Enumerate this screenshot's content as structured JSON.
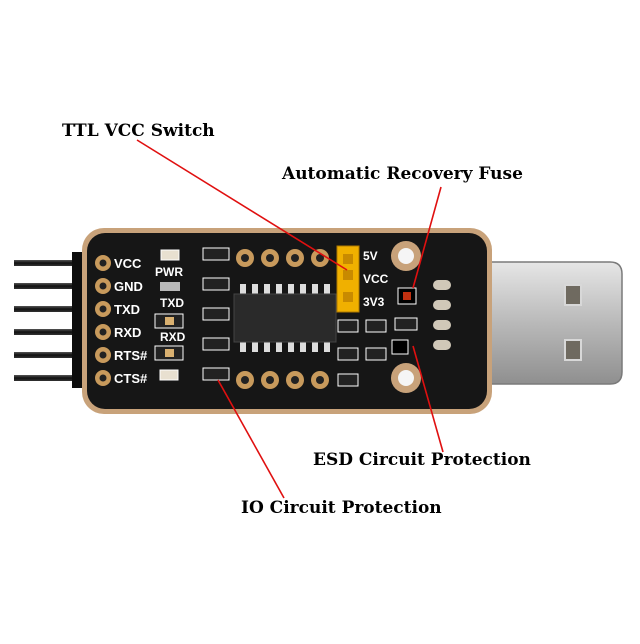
{
  "callouts": {
    "ttl_vcc_switch": "TTL VCC Switch",
    "auto_recovery_fuse": "Automatic Recovery Fuse",
    "esd_protection": "ESD Circuit Protection",
    "io_protection": "IO Circuit Protection"
  },
  "board": {
    "pins": [
      "VCC",
      "GND",
      "TXD",
      "RXD",
      "RTS#",
      "CTS#"
    ],
    "leds": [
      "PWR",
      "TXD",
      "RXD"
    ],
    "jumper": [
      "5V",
      "VCC",
      "3V3"
    ]
  },
  "colors": {
    "pcb": "#1a1a1a",
    "pcb_edge": "#c8a27a",
    "jumper": "#f0b000",
    "usb_metal": "#c9c9c9",
    "arrow": "#e01010"
  }
}
